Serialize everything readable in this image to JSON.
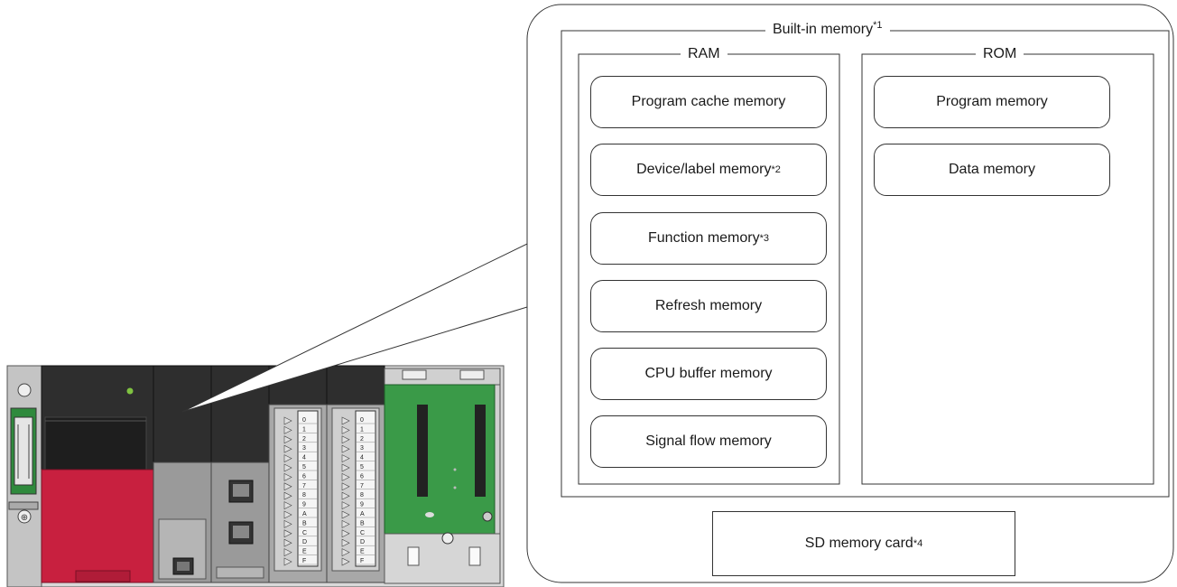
{
  "built_in": {
    "label": "Built-in memory",
    "note": "*1"
  },
  "ram": {
    "label": "RAM",
    "items": [
      {
        "text": "Program cache memory",
        "note": ""
      },
      {
        "text": "Device/label memory",
        "note": "*2"
      },
      {
        "text": "Function memory",
        "note": "*3"
      },
      {
        "text": "Refresh memory",
        "note": ""
      },
      {
        "text": "CPU buffer memory",
        "note": ""
      },
      {
        "text": "Signal flow memory",
        "note": ""
      }
    ]
  },
  "rom": {
    "label": "ROM",
    "items": [
      {
        "text": "Program memory",
        "note": ""
      },
      {
        "text": "Data memory",
        "note": ""
      }
    ]
  },
  "sd_card": {
    "text": "SD memory card",
    "note": "*4"
  },
  "module_labels": [
    "0",
    "1",
    "2",
    "3",
    "4",
    "5",
    "6",
    "7",
    "8",
    "9",
    "A",
    "B",
    "C",
    "D",
    "E",
    "F"
  ],
  "colors": {
    "cpu_red": "#c8203f",
    "module_dark": "#3a3a3a",
    "module_gray": "#8a8a8a",
    "base_light": "#c9c9c9",
    "board_green": "#3a9a48",
    "led_green": "#7fc241"
  }
}
